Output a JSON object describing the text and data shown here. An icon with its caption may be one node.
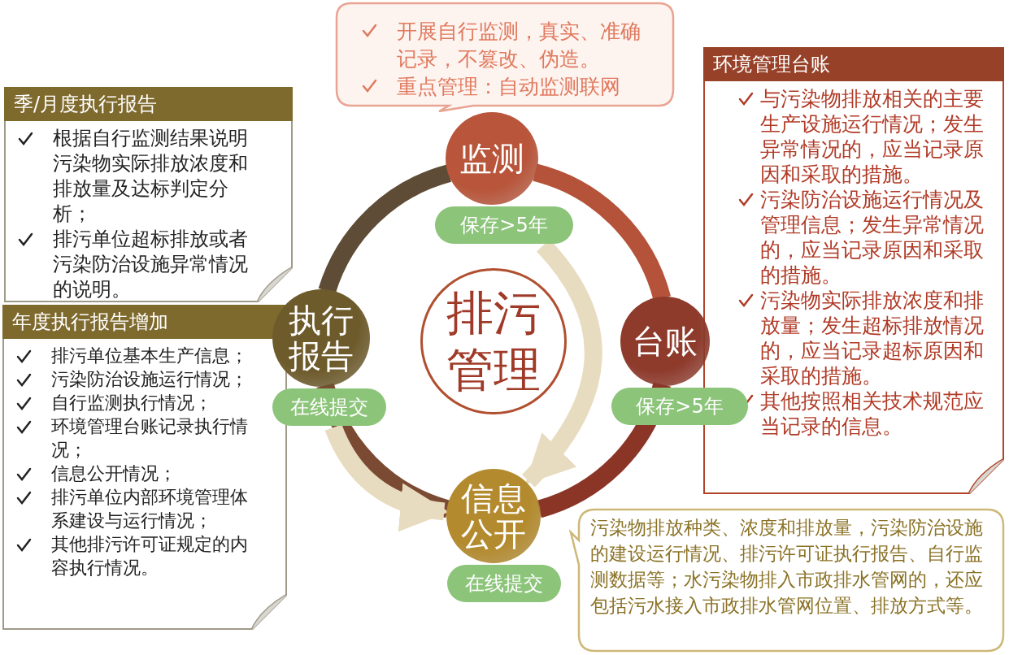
{
  "diagram": {
    "nodes": [
      {
        "text": [
          "开展自行监测，真实、准确记录，不篡改、伪造。",
          "重点管理：自动监测联网"
        ]
      },
      {
        "text": [
          "季/月度执行报告",
          "根据自行监测结果说明污染物实际排放浓度和排放量及达标判定分析；",
          "排污单位超标排放或者污染防治设施异常情况的说明。"
        ]
      },
      {
        "text": [
          "环境管理台账",
          "与污染物排放相关的主要生产设施运行情况；发生异常情况的，应当记录原因和采取的措施。",
          "污染防治设施运行情况及管理信息；发生异常情况的，应当记录原因和采取的措施。",
          "污染物实际排放浓度和排放量；发生超标排放情况的，应当记录超标原因和采取的措施。",
          "其他按照相关技术规范应当记录的信息。"
        ]
      },
      {
        "text": [
          "监测",
          "保存>5年"
        ]
      },
      {
        "text": [
          "年度执行报告增加",
          "排污单位基本生产信息；",
          "污染防治设施运行情况；",
          "自行监测执行情况；",
          "环境管理台账记录执行情况；",
          "信息公开情况；",
          "排污单位内部环境管理体系建设与运行情况；",
          "其他排污许可证规定的内容执行情况。"
        ]
      },
      {
        "text": [
          "执行报告",
          "在线提交"
        ]
      },
      {
        "text": [
          "排污管理"
        ]
      },
      {
        "text": [
          "台账",
          "保存>5年"
        ]
      },
      {
        "text": [
          "信息公开",
          "在线提交"
        ]
      },
      {
        "text": [
          "污染物排放种类、浓度和排放量，污染防治设施的建设运行情况、排污许可证执行报告、自行监测数据等；水污染物排入市政排水管网的，还应包括污水接入市政排水管网位置、排放方式等。"
        ]
      }
    ],
    "edges": [
      {
        "from": 3,
        "to": 7,
        "arrow": "none",
        "color": "#b5533a"
      },
      {
        "from": 7,
        "to": 8,
        "arrow": "none",
        "color": "#8b3527"
      },
      {
        "from": 8,
        "to": 5,
        "arrow": "none",
        "color": "#7b4a32"
      },
      {
        "from": 5,
        "to": 3,
        "arrow": "none",
        "color": "#5e4c36"
      },
      {
        "from": 3,
        "to": 8,
        "arrow": "to",
        "color": "#e8dcc0"
      },
      {
        "from": 5,
        "to": 8,
        "arrow": "to",
        "color": "#e8dcc0"
      }
    ]
  }
}
